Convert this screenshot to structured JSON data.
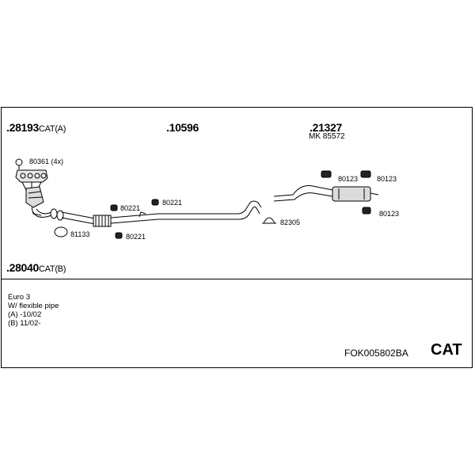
{
  "parts": {
    "p28193": {
      "number": ".28193",
      "suffix": "CAT(A)"
    },
    "p10596": {
      "number": ".10596"
    },
    "p21327": {
      "number": ".21327",
      "sub": "MK  85572"
    },
    "p28040": {
      "number": ".28040",
      "suffix": "CAT(B)"
    }
  },
  "callouts": {
    "c80361": "80361 (4x)",
    "c81133": "81133",
    "c80221_a": "80221",
    "c80221_b": "80221",
    "c80221_c": "80221",
    "c82305": "82305",
    "c80123_a": "80123",
    "c80123_b": "80123",
    "c80123_c": "80123"
  },
  "notes": [
    "Euro 3",
    "W/ flexible pipe",
    "(A)  -10/02",
    "(B)  11/02-"
  ],
  "footer": {
    "code": "FOK005802BA",
    "badge": "CAT"
  }
}
